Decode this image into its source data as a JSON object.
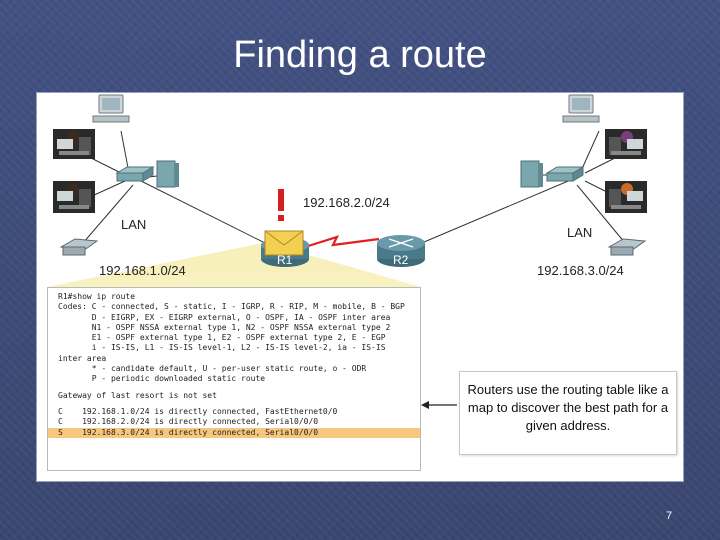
{
  "slide": {
    "title": "Finding a route",
    "page_number": "7"
  },
  "diagram": {
    "left_lan_label": "LAN",
    "right_lan_label": "LAN",
    "left_network": "192.168.1.0/24",
    "middle_network": "192.168.2.0/24",
    "right_network": "192.168.3.0/24",
    "router1_label": "R1",
    "router2_label": "R2",
    "alert_glyph": "!"
  },
  "terminal": {
    "lines": [
      "R1#show ip route",
      "Codes: C - connected, S - static, I - IGRP, R - RIP, M - mobile, B - BGP",
      "       D - EIGRP, EX - EIGRP external, O - OSPF, IA - OSPF inter area",
      "       N1 - OSPF NSSA external type 1, N2 - OSPF NSSA external type 2",
      "       E1 - OSPF external type 1, E2 - OSPF external type 2, E - EGP",
      "       i - IS-IS, L1 - IS-IS level-1, L2 - IS-IS level-2, ia - IS-IS",
      "inter area",
      "       * - candidate default, U - per-user static route, o - ODR",
      "       P - periodic downloaded static route",
      "Gateway of last resort is not set",
      "C    192.168.1.0/24 is directly connected, FastEthernet0/0",
      "C    192.168.2.0/24 is directly connected, Serial0/0/0",
      "S    192.168.3.0/24 is directly connected, Serial0/0/0"
    ]
  },
  "callout": {
    "text": "Routers use the routing table like a map to discover the best path for a given address."
  },
  "colors": {
    "background": "#3b4a72",
    "highlight_row": "#f7c77f",
    "router_fill": "#4a7a8a",
    "serial_link": "#e02020",
    "alert": "#d42020",
    "envelope": "#f3cf52"
  },
  "icons": [
    "desktop-pc-icon",
    "user-workstation-icon",
    "switch-icon",
    "server-icon",
    "ip-phone-icon",
    "router-icon",
    "envelope-icon"
  ]
}
